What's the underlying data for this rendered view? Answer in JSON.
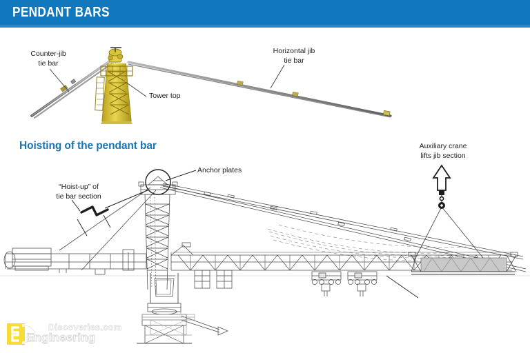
{
  "header": {
    "title": "PENDANT BARS",
    "background_color": "#1278be",
    "underline_color": "#2c88c8",
    "text_color": "#ffffff"
  },
  "top_diagram": {
    "name": "tower-top-pendant-bars-detail",
    "labels": [
      {
        "id": "counter-jib-tie-bar",
        "text": "Counter-jib\ntie bar"
      },
      {
        "id": "horizontal-jib-tie-bar",
        "text": "Horizontal jib\ntie bar"
      },
      {
        "id": "tower-top",
        "text": "Tower top"
      }
    ],
    "colors": {
      "tower": "#d4b820",
      "tower_shadow": "#9c8411",
      "tie_bar": "#8d8d8d",
      "tie_bar_joint": "#c6b43a"
    }
  },
  "bottom_diagram": {
    "section_title": "Hoisting of the pendant bar",
    "section_title_color": "#1b74b0",
    "labels": [
      {
        "id": "hoist-up-tie-bar-section",
        "text": "“Hoist-up” of\ntie bar section"
      },
      {
        "id": "anchor-plates",
        "text": "Anchor plates"
      },
      {
        "id": "auxiliary-crane",
        "text": "Auxiliary crane\nlifts jib section"
      }
    ],
    "colors": {
      "line_art": "#4a4a4a",
      "shaded_section": "#c9c9c9",
      "dashed_guide": "#9a9a9a"
    }
  },
  "watermark": {
    "brand_line_1": "Discoveries.com",
    "brand_line_2": "Engineering",
    "logo_color": "#f5dd35",
    "text_outline_color": "#d8d8d8"
  }
}
